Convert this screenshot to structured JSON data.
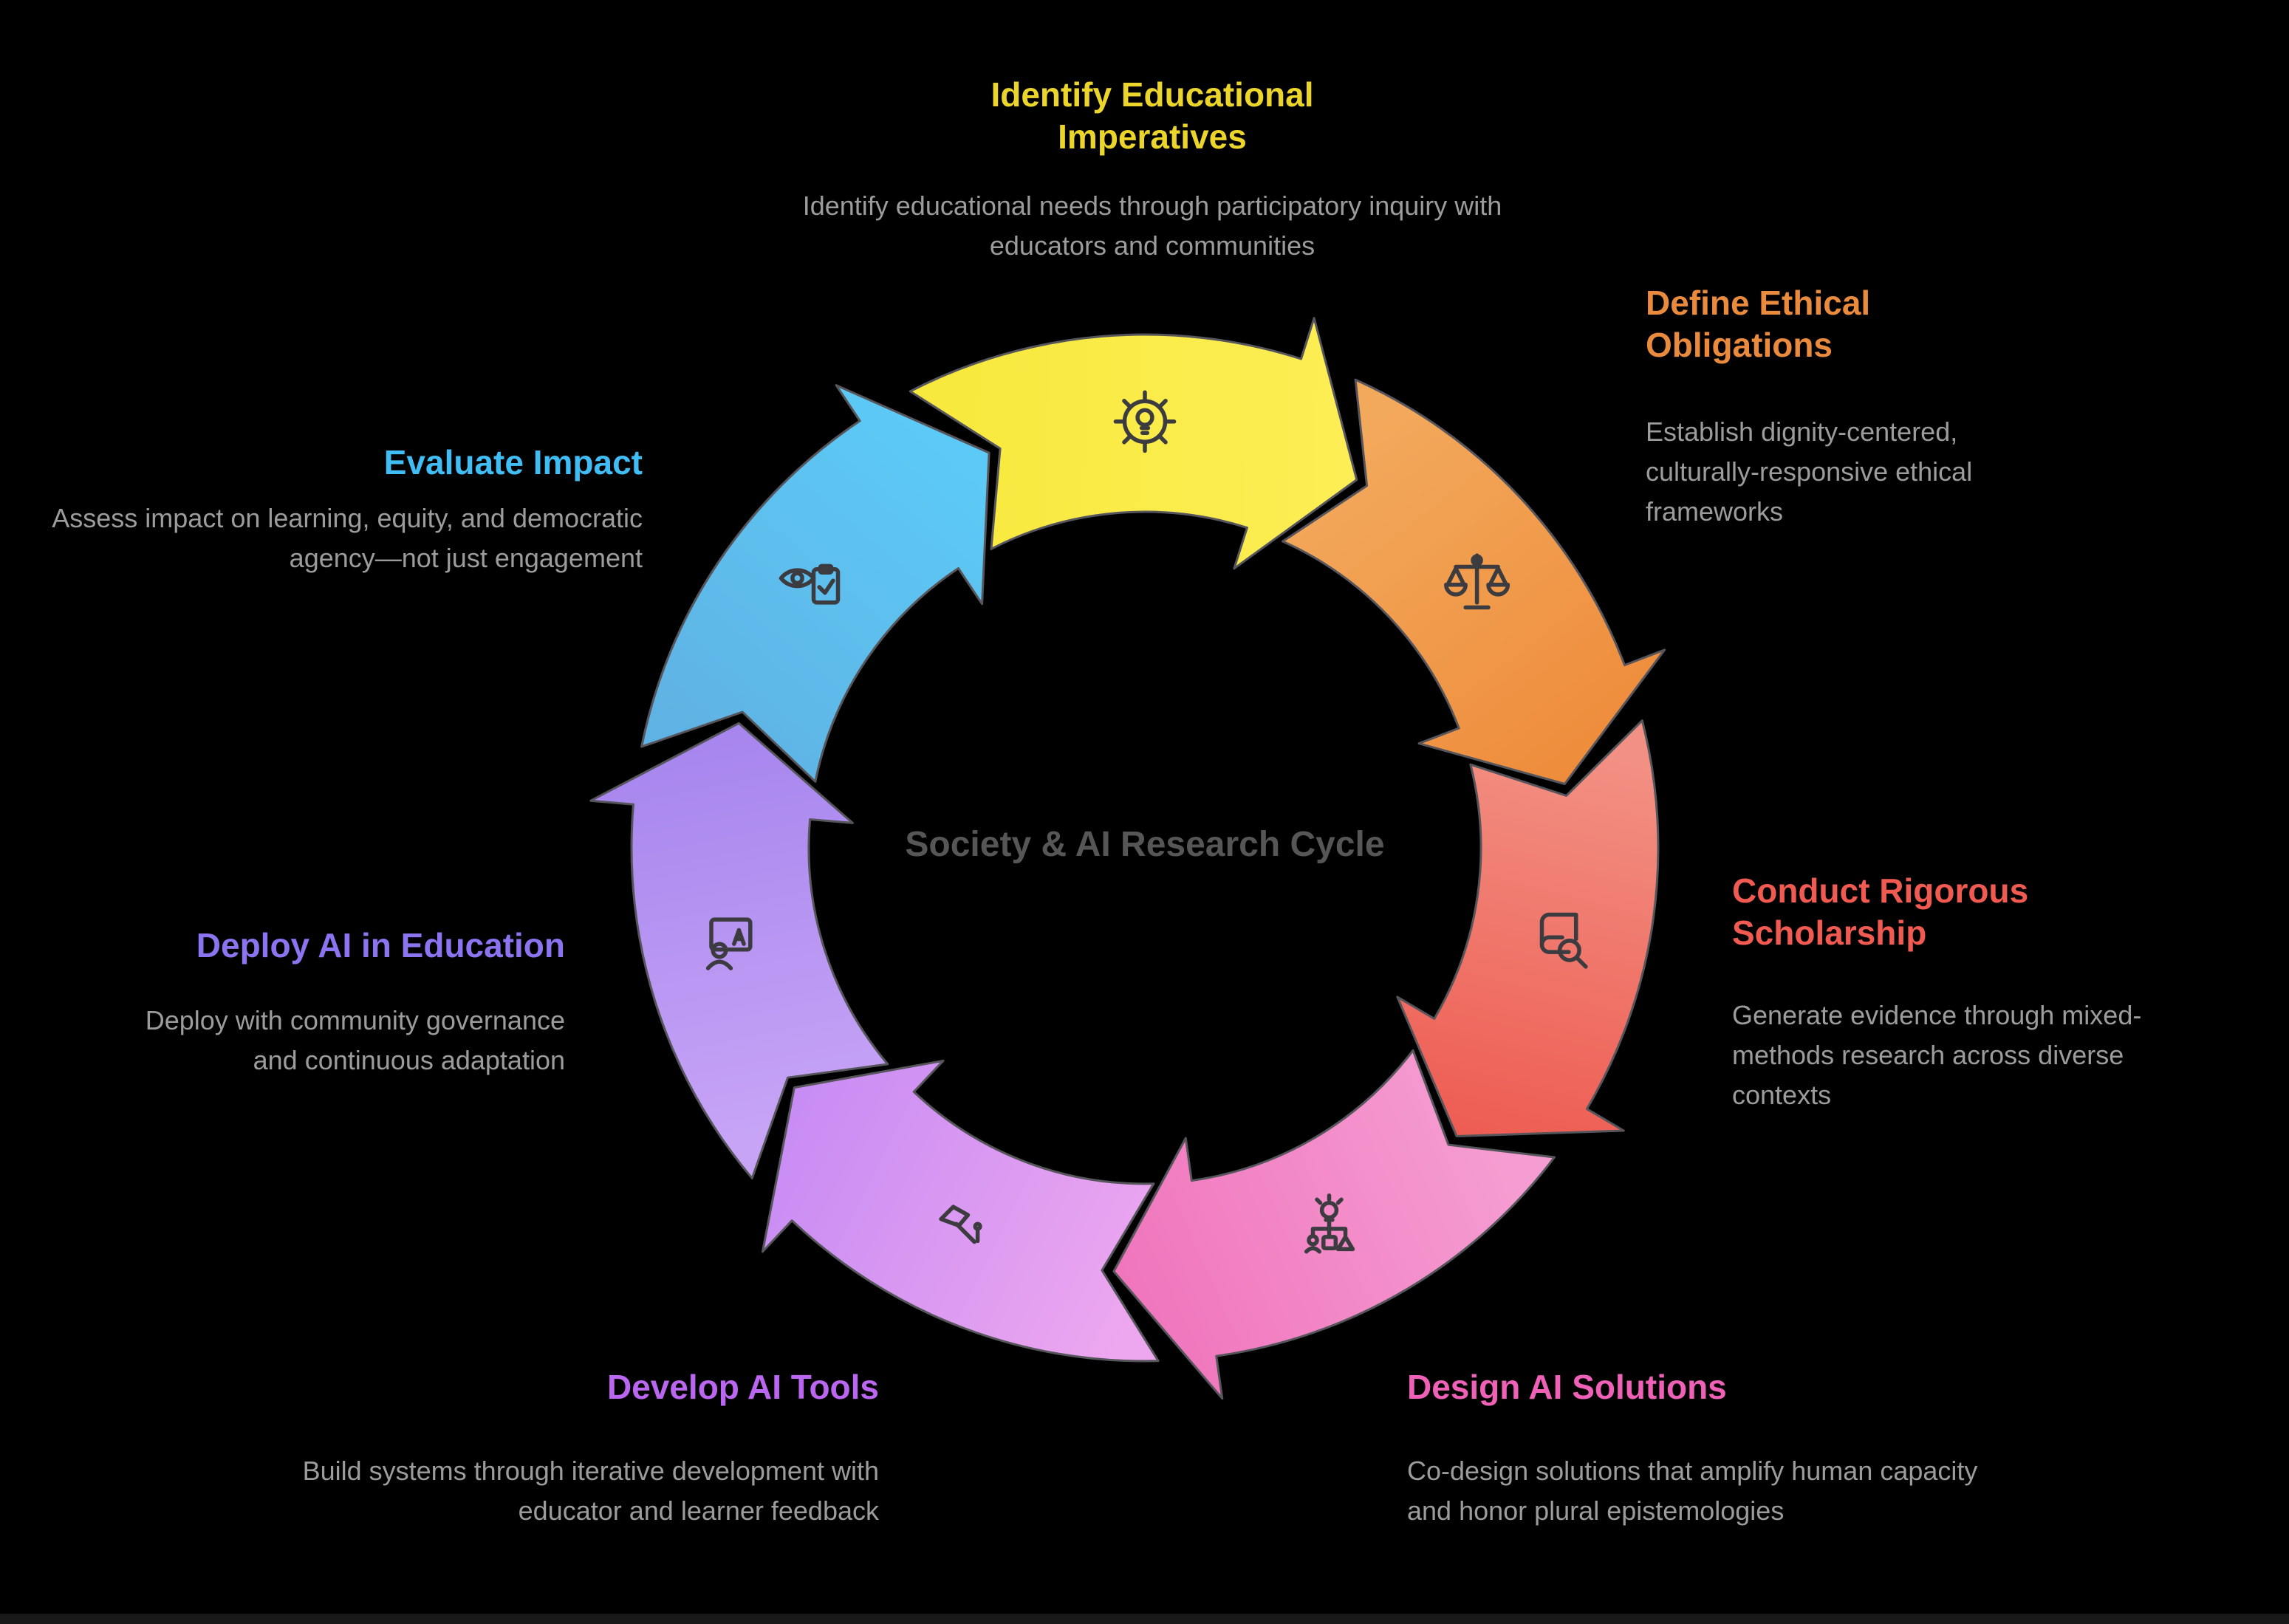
{
  "cycle": {
    "center_label": "Society & AI Research Cycle",
    "center_color": "#565656",
    "background": "#000000",
    "arrow_outline": "#55555b",
    "icon_color": "#3c3c40",
    "description_color": "#9c9c9c",
    "segments": [
      {
        "id": "identify",
        "label": "Identify Educational Imperatives",
        "description": "Identify educational needs through participatory inquiry with educators and communities",
        "label_color": "#ecd52b",
        "arrow_colors": [
          "#f8e93e",
          "#fcee55"
        ],
        "icon": "gear-lightbulb-icon"
      },
      {
        "id": "define",
        "label": "Define Ethical Obligations",
        "description": "Establish dignity-centered, culturally-responsive ethical frameworks",
        "label_color": "#e98a3d",
        "arrow_colors": [
          "#f3a95c",
          "#ee8c3b"
        ],
        "icon": "balance-scale-icon"
      },
      {
        "id": "conduct",
        "label": "Conduct Rigorous Scholarship",
        "description": "Generate evidence through mixed-methods research across diverse contexts",
        "label_color": "#f05a50",
        "arrow_colors": [
          "#f29083",
          "#ee5c52"
        ],
        "icon": "book-search-icon"
      },
      {
        "id": "design",
        "label": "Design AI Solutions",
        "description": "Co-design solutions that amplify human capacity and honor plural epistemologies",
        "label_color": "#ee61b6",
        "arrow_colors": [
          "#f59dd2",
          "#f075bc"
        ],
        "icon": "idea-flowchart-icon"
      },
      {
        "id": "develop",
        "label": "Develop AI Tools",
        "description": "Build systems through iterative development with educator and learner feedback",
        "label_color": "#bb66f0",
        "arrow_colors": [
          "#eda7ef",
          "#c78cf4"
        ],
        "icon": "hammer-icon"
      },
      {
        "id": "deploy",
        "label": "Deploy AI in Education",
        "description": "Deploy with community governance and continuous adaptation",
        "label_color": "#8c74f0",
        "arrow_colors": [
          "#c7a4f6",
          "#a685ee"
        ],
        "icon": "presenter-screen-icon"
      },
      {
        "id": "evaluate",
        "label": "Evaluate Impact",
        "description": "Assess impact on learning, equity, and democratic agency—not just engagement",
        "label_color": "#41bdf5",
        "arrow_colors": [
          "#5fb3e4",
          "#5ccbf7"
        ],
        "icon": "eye-checklist-icon"
      }
    ]
  }
}
